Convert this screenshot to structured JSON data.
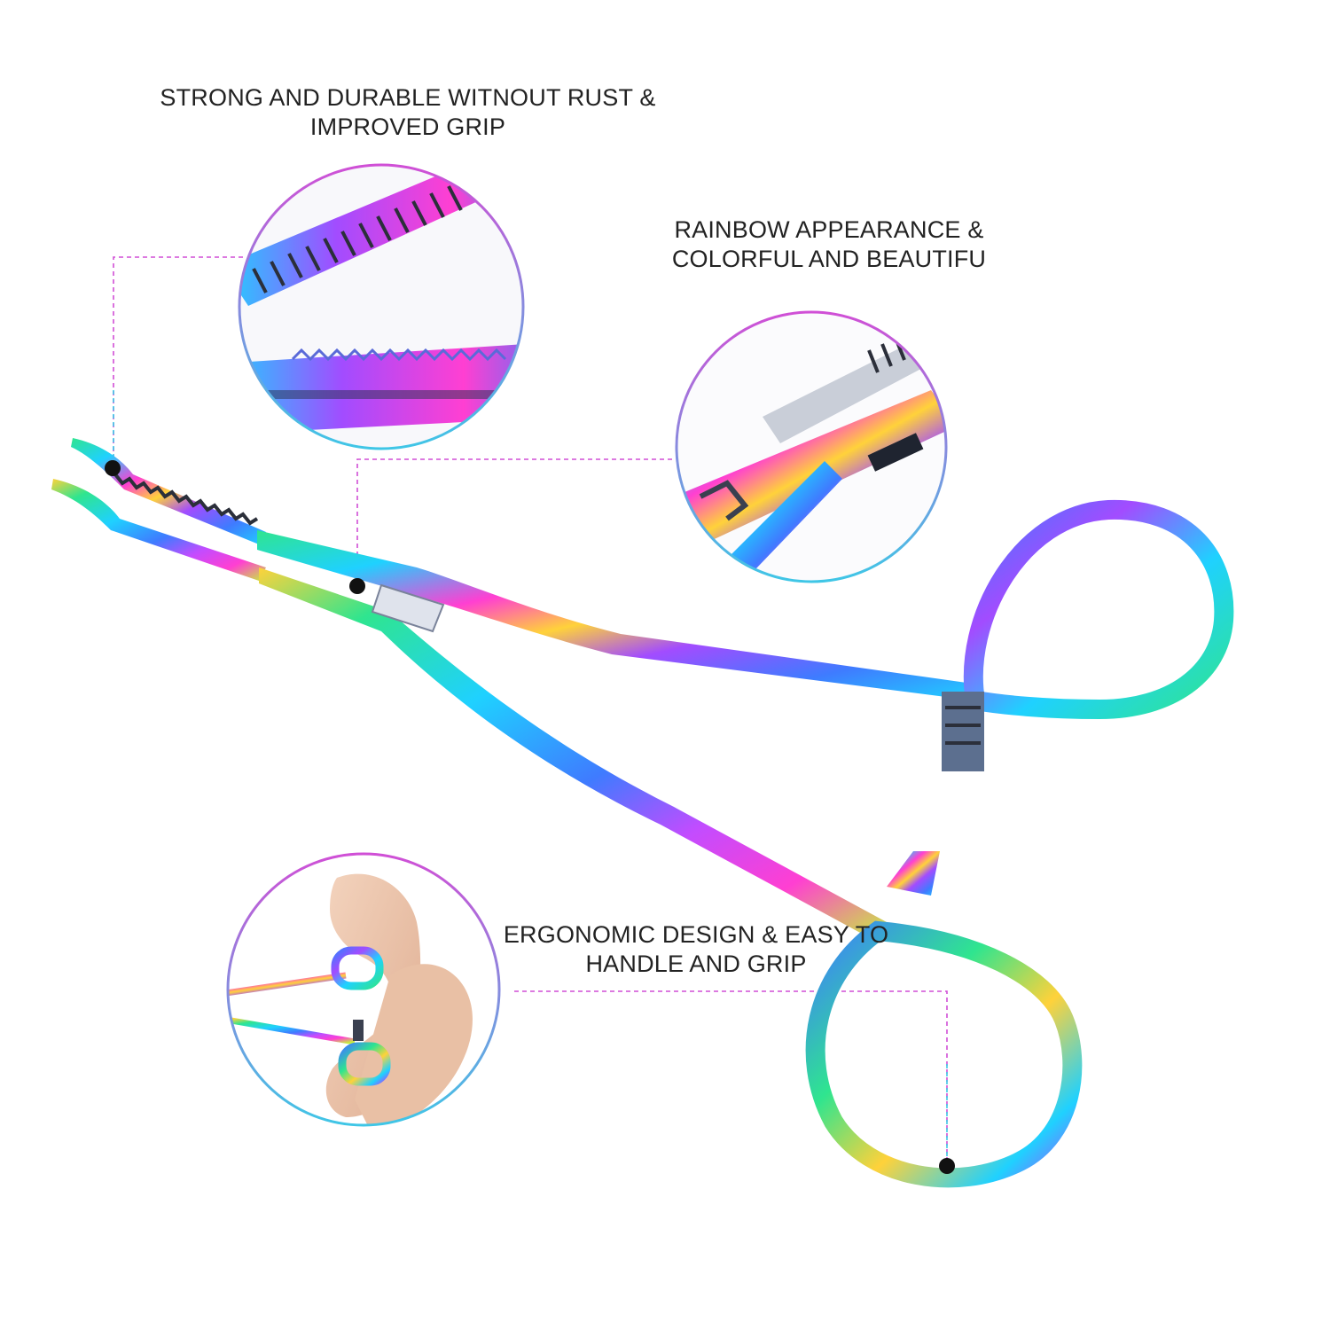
{
  "captions": {
    "strength": {
      "line1": "STRONG AND DURABLE WITNOUT RUST &",
      "line2": "IMPROVED GRIP"
    },
    "appearance": {
      "line1": "RAINBOW APPEARANCE &",
      "line2": "COLORFUL AND BEAUTIFU"
    },
    "ergonomics": {
      "line1": "ERGONOMIC DESIGN & EASY TO",
      "line2": "HANDLE AND GRIP"
    }
  },
  "colors": {
    "background": "#ffffff",
    "text": "#222222",
    "leader_pink": "#d04fd6",
    "leader_cyan": "#3fc6e6",
    "marker": "#111111",
    "rainbow": [
      "#ff3fd2",
      "#a24cff",
      "#3f7bff",
      "#1fd1ff",
      "#2fe58f",
      "#c6f23a",
      "#ffd23a"
    ]
  },
  "icons": [
    "hemostat-forceps-icon",
    "callout-marker-icon",
    "hand-grip-icon"
  ]
}
